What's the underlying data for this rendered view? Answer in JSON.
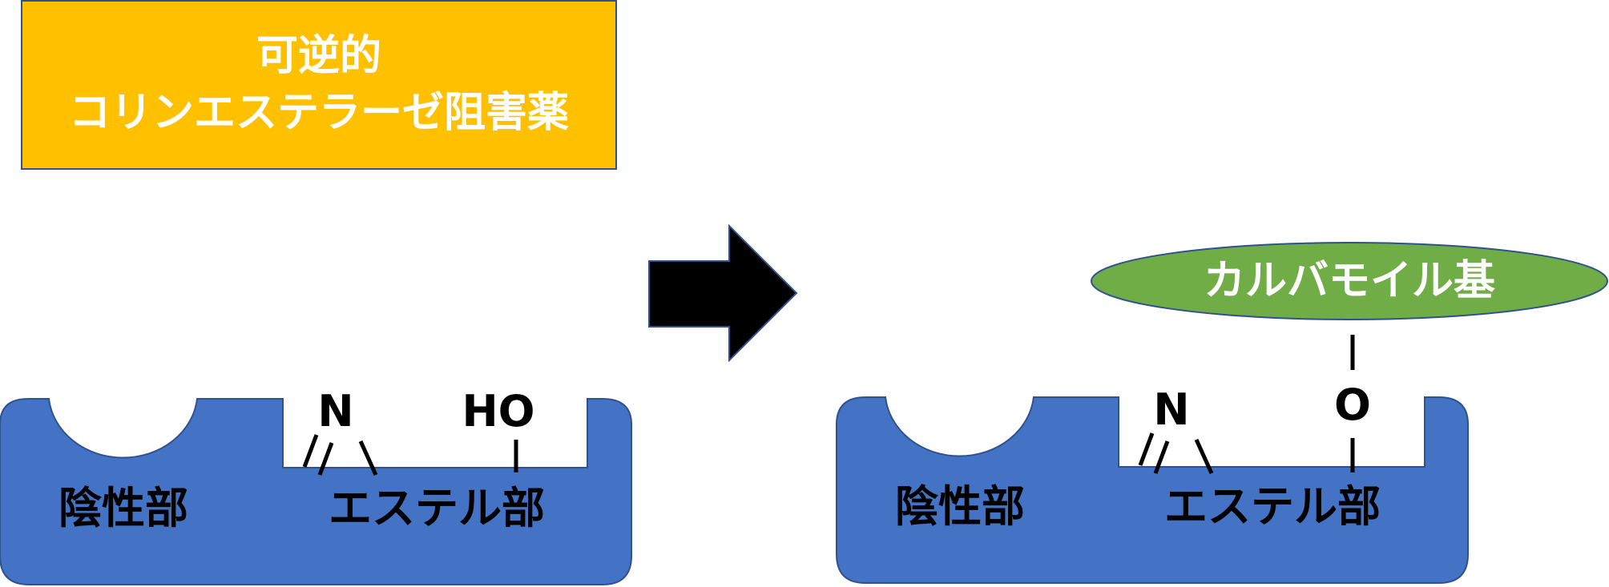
{
  "title": {
    "line1": "可逆的",
    "line2": "コリンエステラーゼ阻害薬"
  },
  "colors": {
    "title_box": "#FFC000",
    "enzyme": "#4472C4",
    "carbamoyl": "#70AD47",
    "outline": "#2F528F",
    "arrow": "#000000"
  },
  "left_panel": {
    "anionic_site": "陰性部",
    "ester_site": "エステル部",
    "nitrogen": "N",
    "hydroxyl": "HO"
  },
  "right_panel": {
    "anionic_site": "陰性部",
    "ester_site": "エステル部",
    "nitrogen": "N",
    "oxygen": "O",
    "carbamoyl_group": "カルバモイル基"
  }
}
